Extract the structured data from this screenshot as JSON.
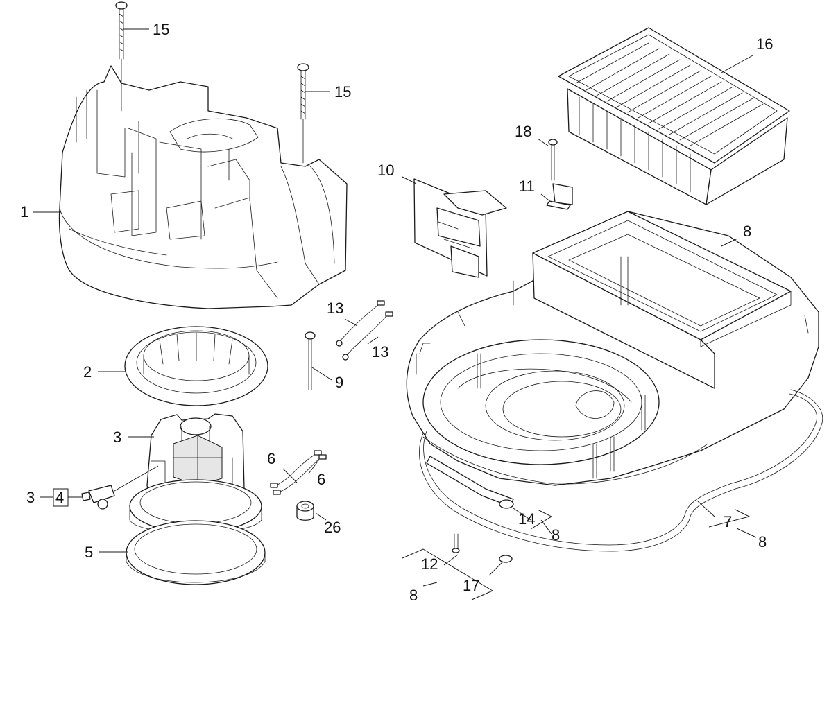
{
  "callouts": {
    "c1": "1",
    "c2": "2",
    "c3": "3",
    "c3b": "3",
    "c4": "4",
    "c5": "5",
    "c6a": "6",
    "c6b": "6",
    "c7": "7",
    "c8a": "8",
    "c8b": "8",
    "c8c": "8",
    "c8d": "8",
    "c9": "9",
    "c10": "10",
    "c11": "11",
    "c12": "12",
    "c13a": "13",
    "c13b": "13",
    "c14": "14",
    "c15a": "15",
    "c15b": "15",
    "c16": "16",
    "c17": "17",
    "c18": "18",
    "c26": "26"
  }
}
